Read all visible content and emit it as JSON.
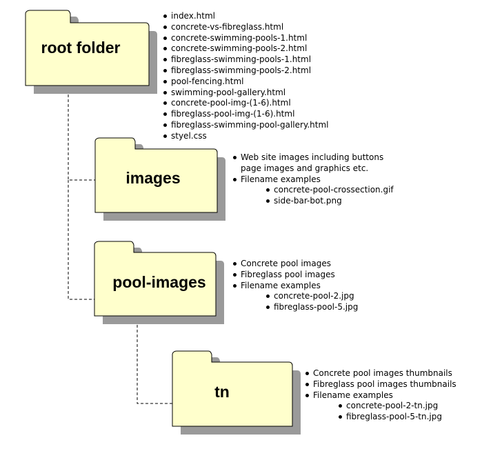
{
  "colors": {
    "folder_fill": "#ffffcc",
    "folder_stroke": "#000000",
    "folder_shadow": "#9a9a9a",
    "connector": "#000000"
  },
  "folders": {
    "root": {
      "label": "root folder",
      "notes": [
        "index.html",
        "concrete-vs-fibreglass.html",
        "concrete-swimming-pools-1.html",
        "concrete-swimming-pools-2.html",
        "fibreglass-swimming-pools-1.html",
        "fibreglass-swimming-pools-2.html",
        "pool-fencing.html",
        "swimming-pool-gallery.html",
        "concrete-pool-img-(1-6).html",
        "fibreglass-pool-img-(1-6).html",
        "fibreglass-swimming-pool-gallery.html",
        "styel.css"
      ]
    },
    "images": {
      "label": "images",
      "notes": [
        "Web site images including buttons page images and graphics etc.",
        "Filename examples"
      ],
      "examples": [
        "concrete-pool-crossection.gif",
        "side-bar-bot.png"
      ]
    },
    "pool_images": {
      "label": "pool-images",
      "notes": [
        "Concrete pool images",
        "Fibreglass pool images",
        "Filename examples"
      ],
      "examples": [
        "concrete-pool-2.jpg",
        "fibreglass-pool-5.jpg"
      ]
    },
    "tn": {
      "label": "tn",
      "notes": [
        "Concrete pool images thumbnails",
        "Fibreglass pool images thumbnails",
        "Filename examples"
      ],
      "examples": [
        "concrete-pool-2-tn.jpg",
        "fibreglass-pool-5-tn.jpg"
      ]
    }
  }
}
